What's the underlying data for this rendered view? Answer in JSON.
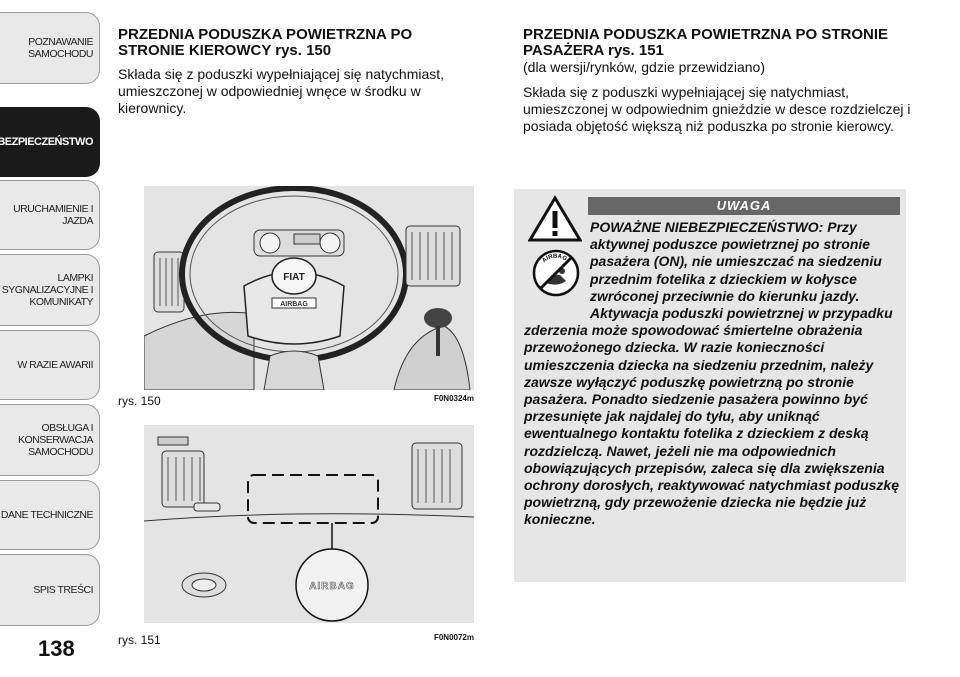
{
  "sidebar": {
    "tabs": [
      {
        "label": "POZNAWANIE\nSAMOCHODU",
        "active": false
      },
      {
        "label": "BEZPIECZEŃSTWO",
        "active": true
      },
      {
        "label": "URUCHAMIENIE I\nJAZDA",
        "active": false
      },
      {
        "label": "LAMPKI\nSYGNALIZACYJNE I\nKOMUNIKATY",
        "active": false
      },
      {
        "label": "W RAZIE AWARII",
        "active": false
      },
      {
        "label": "OBSŁUGA I\nKONSERWACJA\nSAMOCHODU",
        "active": false
      },
      {
        "label": "DANE TECHNICZNE",
        "active": false
      },
      {
        "label": "SPIS TREŚCI",
        "active": false
      }
    ]
  },
  "page_number": "138",
  "left": {
    "heading": "PRZEDNIA PODUSZKA POWIETRZNA PO STRONIE KIEROWCY rys. 150",
    "body": "Składa się z poduszki wypełniającej się natychmiast, umieszczonej w odpowiedniej wnęce w środku w kierownicy."
  },
  "right": {
    "heading": "PRZEDNIA PODUSZKA POWIETRZNA PO STRONIE PASAŻERA rys. 151",
    "subheading": "(dla wersji/rynków, gdzie przewidziano)",
    "body": "Składa się z poduszki wypełniającej się natychmiast, umieszczonej w odpowiednim gnieździe w desce rozdzielczej i posiada objętość większą niż poduszka po stronie kierowcy."
  },
  "figures": [
    {
      "caption": "rys. 150",
      "code": "F0N0324m",
      "logo_text": "FIAT",
      "badge_text": "AIRBAG"
    },
    {
      "caption": "rys. 151",
      "code": "F0N0072m",
      "label": "AIRBAG"
    }
  ],
  "warning": {
    "title": "UWAGA",
    "icon_label": "AIRBAG",
    "text": "POWAŻNE NIEBEZPIECZEŃSTWO: Przy aktywnej poduszce powietrznej po stronie pasażera (ON), nie umieszczać na siedzeniu przednim fotelika z dzieckiem w kołysce zwróconej przeciwnie do kierunku jazdy. Aktywacja poduszki powietrznej w przypadku zderzenia może spowodować śmiertelne obrażenia przewożonego dziecka. W razie konieczności umieszczenia dziecka na siedzeniu przednim, należy zawsze wyłączyć poduszkę powietrzną po stronie pasażera. Ponadto siedzenie pasażera powinno być przesunięte jak najdalej do tyłu, aby uniknąć ewentualnego kontaktu fotelika z dzieckiem z deską rozdzielczą. Nawet, jeżeli nie ma odpowiednich obowiązujących przepisów, zaleca się dla zwiększenia ochrony dorosłych, reaktywować natychmiast poduszkę powietrzną, gdy przewożenie dziecka nie będzie już konieczne."
  },
  "colors": {
    "tab_bg": "#e9e9e9",
    "tab_active": "#1a1a1a",
    "warn_bg": "#e6e6e6",
    "warn_bar": "#666666"
  }
}
